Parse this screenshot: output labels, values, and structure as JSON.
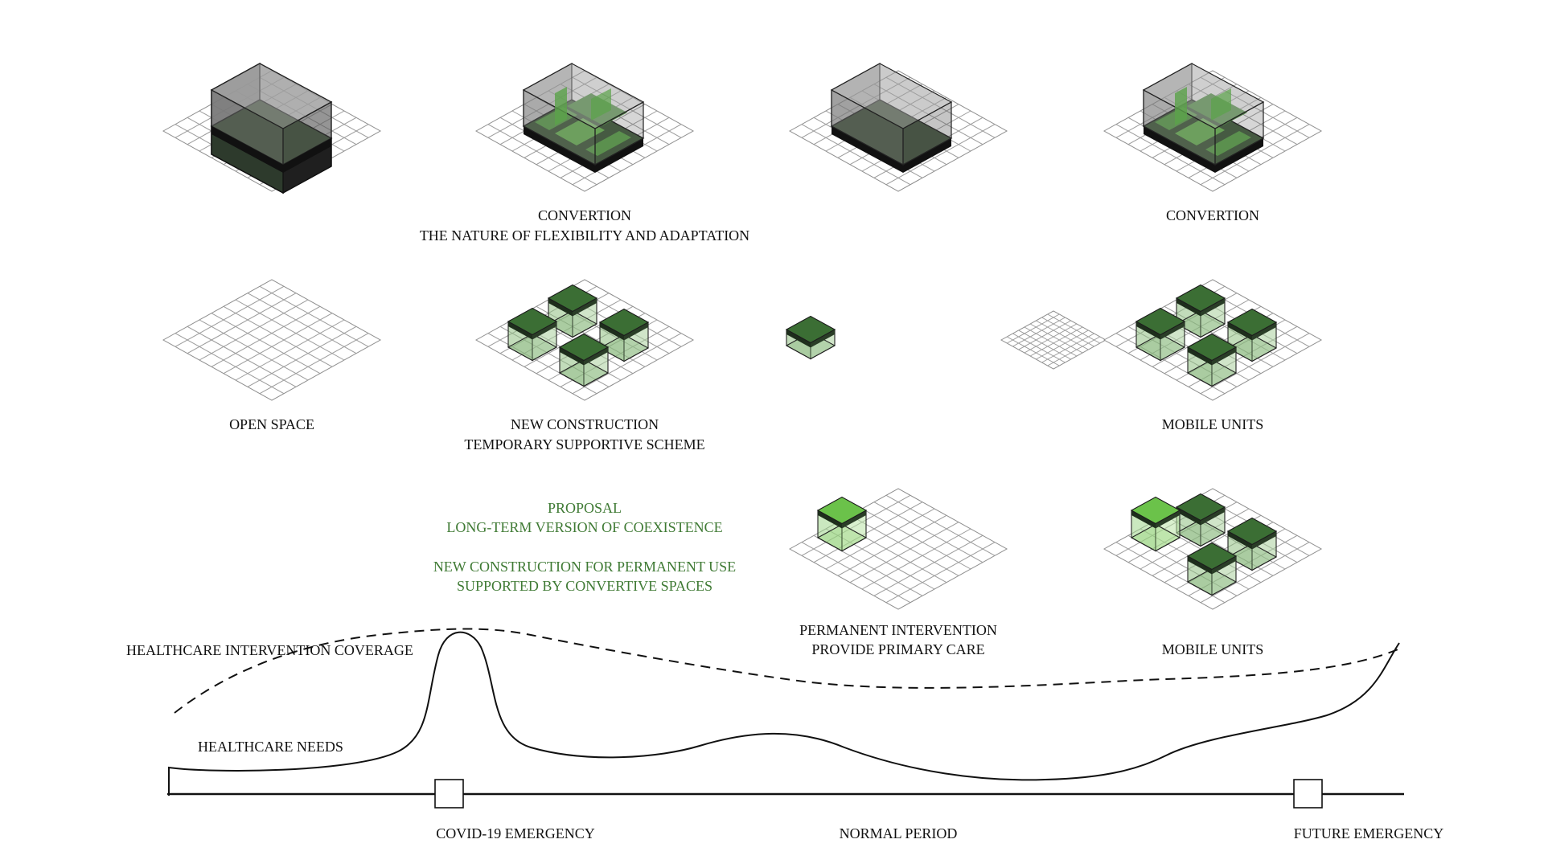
{
  "colors": {
    "dark_slab": "#2f3f2e",
    "glass": "#7a7a7a",
    "green_dark": "#3b6e34",
    "green_mid": "#4f8f44",
    "green_light": "#6bc24a",
    "proposal_text": "#3f7a34",
    "ink": "#111111",
    "grid": "#9a9a9a"
  },
  "row1": {
    "c2_line1": "CONVERTION",
    "c2_line2": "THE NATURE OF FLEXIBILITY AND ADAPTATION",
    "c4_line1": "CONVERTION"
  },
  "row2": {
    "c1": "OPEN SPACE",
    "c2_line1": "NEW CONSTRUCTION",
    "c2_line2": "TEMPORARY SUPPORTIVE SCHEME",
    "c4": "MOBILE UNITS"
  },
  "row3": {
    "proposal_line1": "PROPOSAL",
    "proposal_line2": "LONG-TERM VERSION OF COEXISTENCE",
    "proposal_line3": "NEW CONSTRUCTION FOR PERMANENT USE",
    "proposal_line4": "SUPPORTED BY CONVERTIVE SPACES",
    "c3_line1": "PERMANENT INTERVENTION",
    "c3_line2": "PROVIDE PRIMARY CARE",
    "c4": "MOBILE UNITS"
  },
  "timeline": {
    "coverage_label": "HEALTHCARE INTERVENTION COVERAGE",
    "needs_label": "HEALTHCARE NEEDS",
    "covid": "COVID-19 EMERGENCY",
    "normal": "NORMAL PERIOD",
    "future": "FUTURE EMERGENCY"
  }
}
